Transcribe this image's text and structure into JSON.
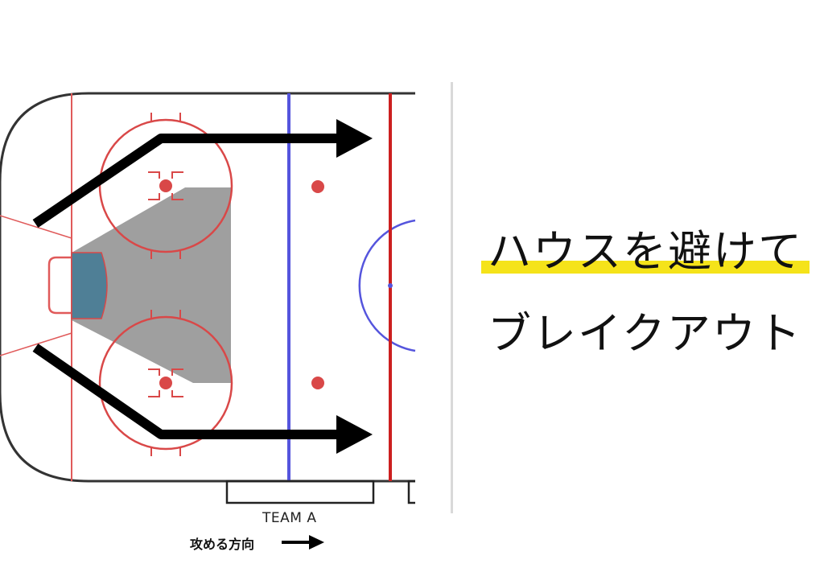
{
  "title": {
    "line1": "ハウスを避けて",
    "line2": "ブレイクアウト"
  },
  "team_label": "TEAM A",
  "direction_label": "攻める方向",
  "colors": {
    "board": "#333333",
    "red_line": "#cc1f1f",
    "goal_line": "#e05a5a",
    "blue_line": "#5555dd",
    "faceoff": "#d94848",
    "house_zone": "#7f7f7f",
    "crease": "#4f7f96",
    "arrow": "#000000",
    "highlight": "#f5e31a",
    "divider": "#d9d9d9",
    "bench": "#222222"
  },
  "icons": {
    "left_breakout_arrows": "arrow-right-icon",
    "direction_arrow": "arrow-right-icon"
  }
}
